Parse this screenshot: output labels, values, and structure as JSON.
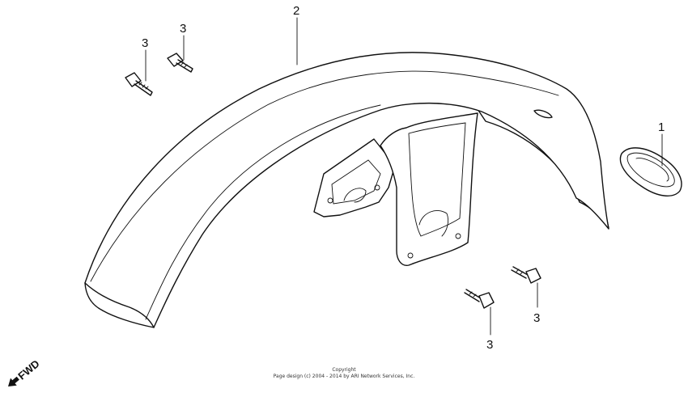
{
  "callouts": {
    "grommet": "1",
    "fender": "2",
    "bolt_a": "3",
    "bolt_b": "3",
    "bolt_c": "3",
    "bolt_d": "3"
  },
  "fwd": "FWD",
  "copyright": {
    "line1": "Copyright",
    "line2": "Page design (c) 2004 - 2014 by ARI Network Services, Inc."
  }
}
